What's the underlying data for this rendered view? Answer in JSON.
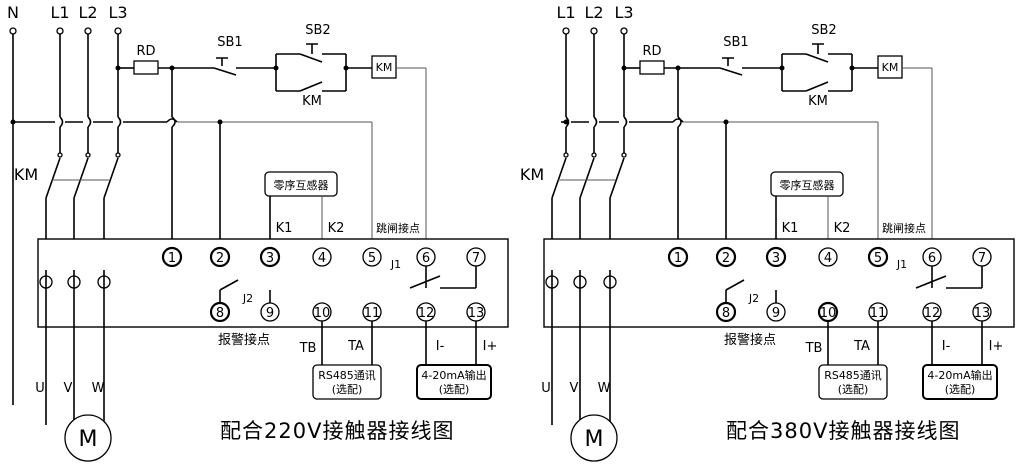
{
  "diagrams": [
    {
      "id": "left",
      "phases": [
        "N",
        "L1",
        "L2",
        "L3"
      ],
      "fuse": "RD",
      "stop_button": "SB1",
      "start_button": "SB2",
      "aux_contact": "KM",
      "coil": "KM",
      "main_contactor": "KM",
      "sensor": "零序互感器",
      "k1": "K1",
      "k2": "K2",
      "trip_label": "跳闸接点",
      "j1": "J1",
      "j2": "J2",
      "alarm_label": "报警接点",
      "tb": "TB",
      "ta": "TA",
      "i_minus": "I-",
      "i_plus": "I+",
      "rs485_line1": "RS485通讯",
      "rs485_line2": "(选配)",
      "analog_line1": "4-20mA输出",
      "analog_line2": "(选配)",
      "terminals": [
        "1",
        "2",
        "3",
        "4",
        "5",
        "6",
        "7",
        "8",
        "9",
        "10",
        "11",
        "12",
        "13"
      ],
      "motor_phases": [
        "U",
        "V",
        "W"
      ],
      "motor": "M",
      "caption": "配合220V接触器接线图"
    },
    {
      "id": "right",
      "phases": [
        "L1",
        "L2",
        "L3"
      ],
      "fuse": "RD",
      "stop_button": "SB1",
      "start_button": "SB2",
      "aux_contact": "KM",
      "coil": "KM",
      "main_contactor": "KM",
      "sensor": "零序互感器",
      "k1": "K1",
      "k2": "K2",
      "trip_label": "跳闸接点",
      "j1": "J1",
      "j2": "J2",
      "alarm_label": "报警接点",
      "tb": "TB",
      "ta": "TA",
      "i_minus": "I-",
      "i_plus": "I+",
      "rs485_line1": "RS485通讯",
      "rs485_line2": "(选配)",
      "analog_line1": "4-20mA输出",
      "analog_line2": "(选配)",
      "terminals": [
        "1",
        "2",
        "3",
        "4",
        "5",
        "6",
        "7",
        "8",
        "9",
        "10",
        "11",
        "12",
        "13"
      ],
      "motor_phases": [
        "U",
        "V",
        "W"
      ],
      "motor": "M",
      "caption": "配合380V接触器接线图"
    }
  ]
}
